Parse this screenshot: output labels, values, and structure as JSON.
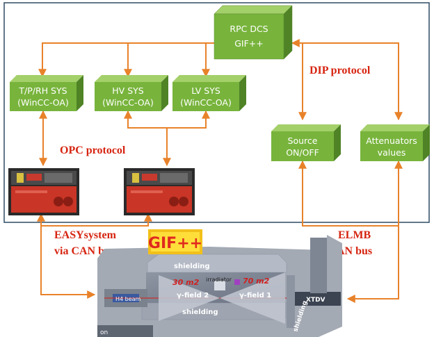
{
  "nodes": {
    "rpc_dcs": {
      "line1": "RPC DCS",
      "line2": "GIF++"
    },
    "tprh": {
      "line1": "T/P/RH SYS",
      "line2": "(WinCC-OA)"
    },
    "hv": {
      "line1": "HV SYS",
      "line2": "(WinCC-OA)"
    },
    "lv": {
      "line1": "LV SYS",
      "line2": "(WinCC-OA)"
    },
    "source": {
      "line1": "Source",
      "line2": "ON/OFF"
    },
    "attenuators": {
      "line1": "Attenuators",
      "line2": "values"
    }
  },
  "protocols": {
    "dip": "DIP protocol",
    "opc": "OPC protocol",
    "easy_line1": "EASYsystem",
    "easy_line2": "via CAN bus",
    "elmb_line1": "ELMB",
    "elmb_line2": "via CAN bus"
  },
  "map": {
    "logo": "GIF++",
    "shielding_top": "shielding",
    "shielding_bottom": "shielding",
    "shielding_right": "shielding",
    "irradiator": "irradiator",
    "area_left": "30 m2",
    "area_right": "70 m2",
    "field_left": "γ-field 2",
    "field_right": "γ-field 1",
    "beam": "H4 beam",
    "xtdv": "XTDV",
    "corner": "on"
  },
  "colors": {
    "box_front": "#78b43c",
    "box_top": "#a4d06a",
    "box_side": "#4f8326",
    "arrow": "#e8822a",
    "protocol_text": "#d62410",
    "frame": "#2e4a63"
  }
}
